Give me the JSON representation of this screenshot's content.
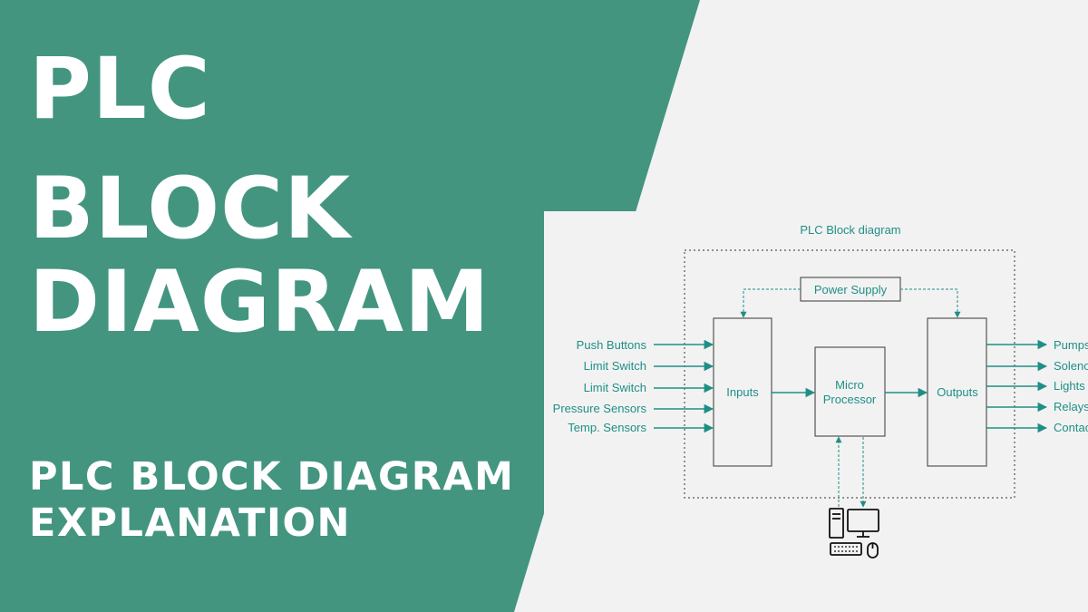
{
  "headline": {
    "line1": "PLC",
    "line2": "BLOCK",
    "line3": "DIAGRAM",
    "subtitle_line1": "PLC BLOCK DIAGRAM",
    "subtitle_line2": "EXPLANATION"
  },
  "colors": {
    "teal": "#439580",
    "diagram_teal": "#1f8f86",
    "background": "#f2f2f2",
    "white": "#ffffff"
  },
  "diagram": {
    "title": "PLC Block diagram",
    "power_supply": "Power Supply",
    "inputs_block": "Inputs",
    "processor_line1": "Micro",
    "processor_line2": "Processor",
    "outputs_block": "Outputs",
    "input_devices": [
      "Push Buttons",
      "Limit Switch",
      "Limit Switch",
      "Pressure Sensors",
      "Temp. Sensors"
    ],
    "output_devices": [
      "Pumps",
      "Solenoids",
      "Lights",
      "Relays",
      "Contactors"
    ],
    "computer_icon": "computer-icon"
  }
}
